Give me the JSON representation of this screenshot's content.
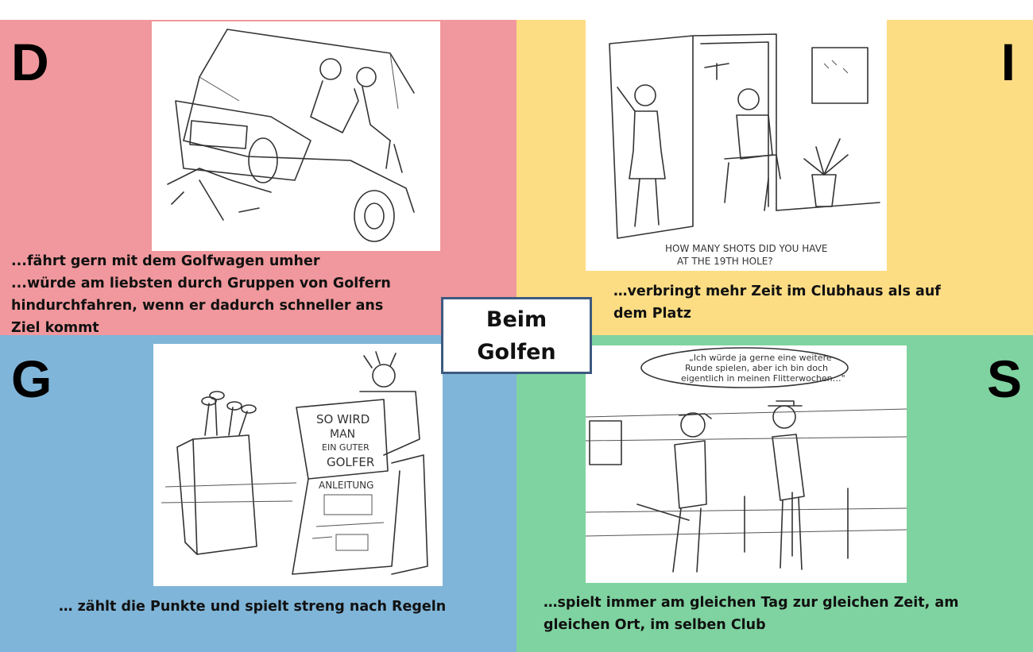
{
  "center": {
    "title": "Beim\nGolfen"
  },
  "quadrants": {
    "d": {
      "letter": "D",
      "color": "#f0989d",
      "caption": "...fährt gern mit dem Golfwagen umher\n...würde am liebsten durch Gruppen von  Golfern\nhindurchfahren,  wenn er dadurch schneller ans\nZiel kommt"
    },
    "i": {
      "letter": "I",
      "color": "#fddd84",
      "caption": "…verbringt mehr Zeit im Clubhaus als auf\ndem Platz",
      "cartoon_text": [
        "HOW MANY SHOTS DID YOU HAVE",
        "AT THE 19TH HOLE?"
      ]
    },
    "g": {
      "letter": "G",
      "color": "#7fb5d8",
      "caption": "… zählt die Punkte und spielt streng nach Regeln",
      "cartoon_text": {
        "poster": [
          "SO WIRD",
          "MAN",
          "EIN GUTER",
          "GOLFER"
        ],
        "sheet": "ANLEITUNG"
      }
    },
    "s": {
      "letter": "S",
      "color": "#7fd3a0",
      "caption": "…spielt immer am gleichen Tag zur gleichen Zeit, am\ngleichen Ort, im selben Club",
      "cartoon_text": [
        "„Ich würde ja gerne eine weitere",
        "Runde spielen, aber ich bin doch",
        "eigentlich in meinen Flitterwochen…\""
      ]
    }
  }
}
